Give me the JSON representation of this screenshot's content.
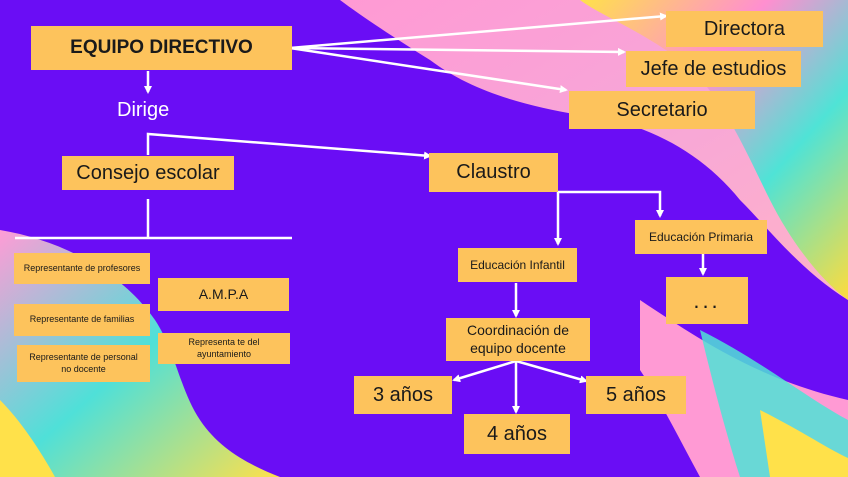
{
  "colors": {
    "background": "#6a0df5",
    "box_fill": "#fdc35c",
    "connector": "#ffffff",
    "text": "#1a1a1a"
  },
  "nodes": {
    "equipo_directivo": "EQUIPO DIRECTIVO",
    "directora": "Directora",
    "jefe_estudios": "Jefe de estudios",
    "secretario": "Secretario",
    "dirige": "Dirige",
    "consejo_escolar": "Consejo escolar",
    "claustro": "Claustro",
    "rep_profesores": "Representante de profesores",
    "rep_familias": "Representante de familias",
    "rep_personal": "Representante de personal no docente",
    "ampa": "A.M.P.A",
    "rep_ayuntamiento": "Representa te del ayuntamiento",
    "educacion_infantil": "Educación Infantil",
    "educacion_primaria": "Educación Primaria",
    "primaria_more": "...",
    "coordinacion": "Coordinación de equipo docente",
    "anos_3": "3 años",
    "anos_4": "4 años",
    "anos_5": "5 años"
  }
}
